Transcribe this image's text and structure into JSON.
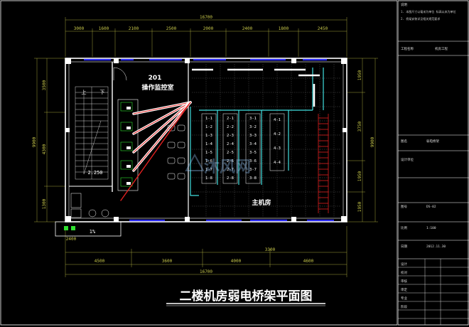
{
  "title": "二楼机房弱电桥架平面图",
  "watermark": "沐风网",
  "rooms": {
    "control_room_number": "201",
    "control_room_name": "操作监控室",
    "machine_room_name": "主机房",
    "stair_up": "上",
    "stair_down": "下",
    "stair_elevation": "2.250",
    "slope": "1%"
  },
  "dimensions": {
    "top_overall": "16700",
    "bottom_overall": "16700",
    "top_segments": [
      "3000",
      "1600",
      "2100",
      "2500",
      "2000",
      "2400",
      "1800",
      "2450"
    ],
    "bottom_segments": [
      "4500",
      "3600",
      "4000",
      "4600"
    ],
    "bottom_total_2": "3300",
    "left_segments": [
      "3500",
      "4300",
      "1300"
    ],
    "left_overall": "9900",
    "right_segments": [
      "1950",
      "3750",
      "1950",
      "1950"
    ],
    "right_overall": "9900",
    "bottom_left_stub": "2400"
  },
  "racks": [
    "1-1",
    "1-2",
    "1-3",
    "1-4",
    "1-5",
    "1-6",
    "1-7",
    "1-8",
    "2-1",
    "2-2",
    "2-3",
    "2-4",
    "2-5",
    "2-6",
    "2-7",
    "2-8",
    "3-1",
    "3-2",
    "3-3",
    "3-4",
    "3-5",
    "3-6",
    "3-7",
    "3-8",
    "4-1",
    "4-2",
    "4-3",
    "4-4"
  ],
  "title_block": {
    "notes_label": "说明",
    "note_lines": [
      "1. 本图尺寸以毫米为单位 标高以米为单位",
      "2. 桥架安装详见相关规范要求"
    ],
    "project_label": "工程名称",
    "project_value": "机房工程",
    "drawing_label": "图名",
    "drawing_value": "弱电桥架",
    "company_label": "设计单位",
    "number_label": "图号",
    "number_value": "DS-02",
    "scale_label": "比例",
    "scale_value": "1:100",
    "date_label": "日期",
    "date_value": "2012.11.30",
    "rows": [
      "设计",
      "校对",
      "审核",
      "审定",
      "专业",
      "阶段"
    ]
  },
  "colors": {
    "wall": "#ffffff",
    "tray_red": "#e02020",
    "tray_white": "#ffffff",
    "window_blue": "#2a2aff",
    "cyan": "#40e0e0",
    "green": "#30e030",
    "dim_yellow": "#c8c84a",
    "border": "#ffffff"
  }
}
